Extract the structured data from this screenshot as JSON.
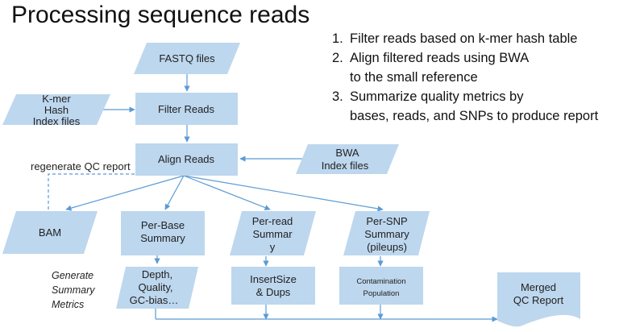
{
  "title": "Processing sequence reads",
  "steps": [
    {
      "num": "1.",
      "lines": [
        "Filter reads based on k-mer hash table"
      ]
    },
    {
      "num": "2.",
      "lines": [
        "Align filtered reads using BWA",
        "to the small reference"
      ]
    },
    {
      "num": "3.",
      "lines": [
        "Summarize quality metrics by",
        "bases, reads, and SNPs to produce report"
      ]
    }
  ],
  "nodes": {
    "fastq": [
      "FASTQ files"
    ],
    "kmer": [
      "K-mer",
      "Hash",
      "Index files"
    ],
    "filter": [
      "Filter Reads"
    ],
    "align": [
      "Align Reads"
    ],
    "bwa": [
      "BWA",
      "Index files"
    ],
    "bam": [
      "BAM"
    ],
    "perbase": [
      "Per-Base",
      "Summary"
    ],
    "perread": [
      "Per-read",
      "Summar",
      "y"
    ],
    "persnp": [
      "Per-SNP",
      "Summary",
      "(pileups)"
    ],
    "depth": [
      "Depth,",
      "Quality,",
      "GC-bias…"
    ],
    "insert": [
      "InsertSize",
      "& Dups"
    ],
    "contam": [
      "Contamination",
      "Population"
    ],
    "merged": [
      "Merged",
      "QC Report"
    ]
  },
  "labels": {
    "regen": "regenerate QC report",
    "generate": [
      "Generate",
      "Summary",
      "Metrics"
    ]
  },
  "colors": {
    "fill": "#bdd7ee",
    "line": "#5b9bd5",
    "text": "#222222"
  }
}
